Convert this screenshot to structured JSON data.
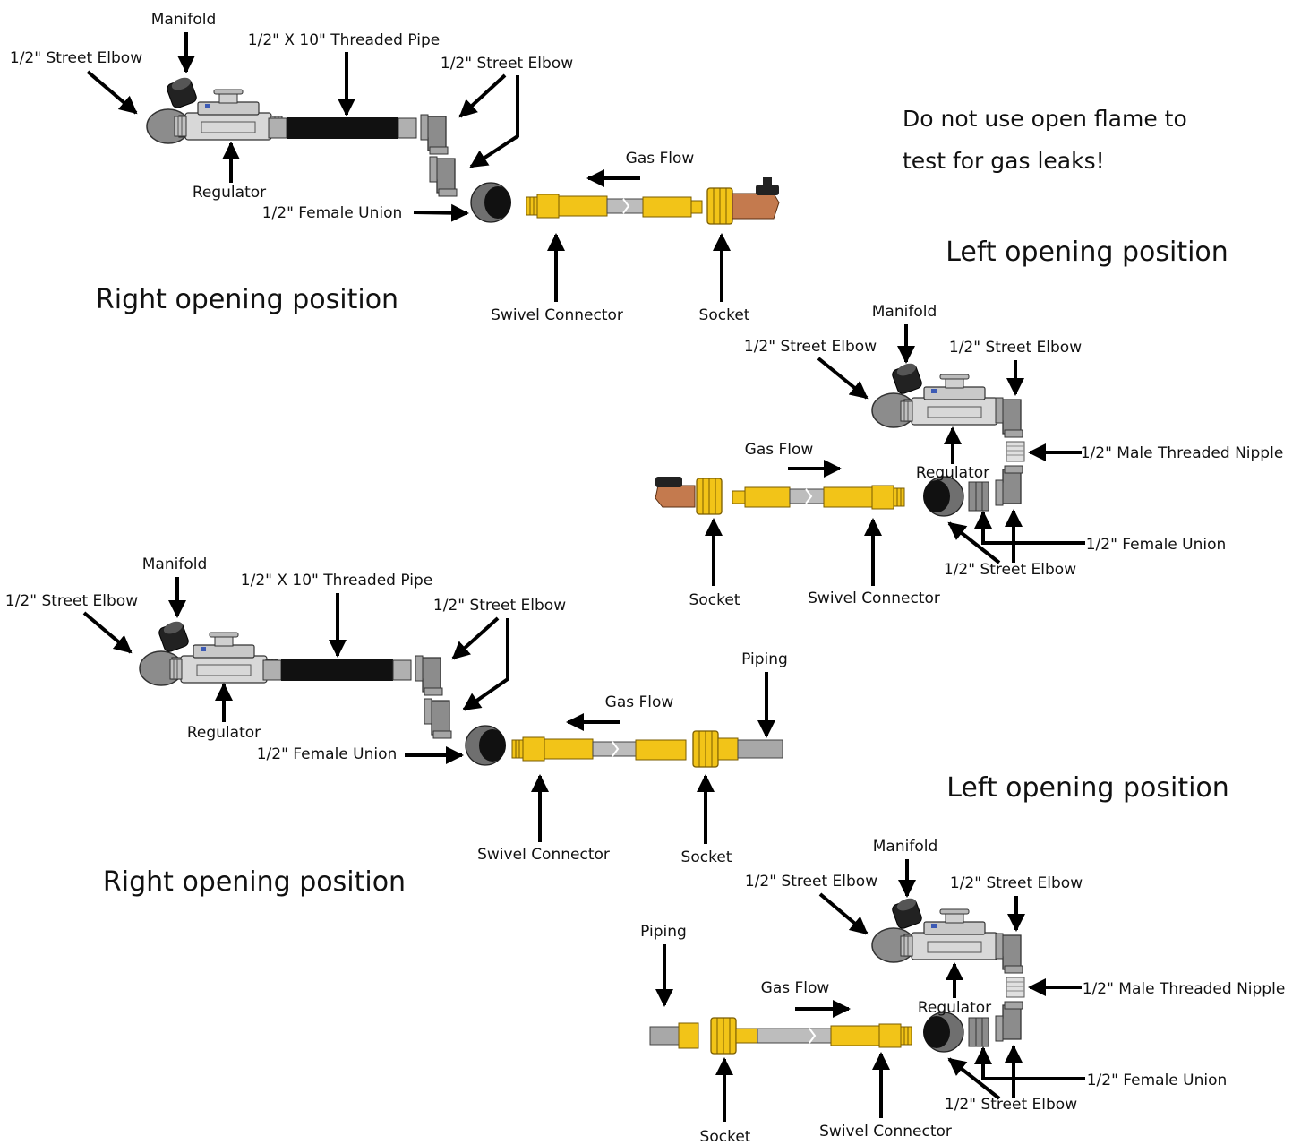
{
  "warning": {
    "line1": "Do not use open flame to",
    "line2": "test for gas leaks!"
  },
  "d1": {
    "position": "Right opening position",
    "labels": {
      "street_elbow_left": "1/2\" Street Elbow",
      "manifold": "Manifold",
      "threaded_pipe": "1/2\" X 10\"  Threaded Pipe",
      "street_elbow_right": "1/2\" Street Elbow",
      "regulator": "Regulator",
      "female_union": "1/2\" Female Union",
      "gas_flow": "Gas Flow",
      "swivel_connector": "Swivel Connector",
      "socket": "Socket"
    }
  },
  "d2": {
    "position": "Left opening position",
    "labels": {
      "manifold": "Manifold",
      "street_elbow_left": "1/2\" Street Elbow",
      "street_elbow_right": "1/2\" Street Elbow",
      "male_nipple": "1/2\" Male Threaded Nipple",
      "gas_flow": "Gas Flow",
      "regulator": "Regulator",
      "female_union": "1/2\" Female Union",
      "street_elbow_bottom": "1/2\" Street Elbow",
      "socket": "Socket",
      "swivel_connector": "Swivel Connector"
    }
  },
  "d3": {
    "position": "Right opening position",
    "labels": {
      "manifold": "Manifold",
      "threaded_pipe": "1/2\" X 10\"  Threaded Pipe",
      "street_elbow_left": "1/2\" Street Elbow",
      "street_elbow_right": "1/2\" Street Elbow",
      "piping": "Piping",
      "gas_flow": "Gas Flow",
      "regulator": "Regulator",
      "female_union": "1/2\" Female Union",
      "swivel_connector": "Swivel Connector",
      "socket": "Socket"
    }
  },
  "d4": {
    "position": "Left opening position",
    "labels": {
      "manifold": "Manifold",
      "street_elbow_left": "1/2\" Street Elbow",
      "street_elbow_right": "1/2\" Street Elbow",
      "piping": "Piping",
      "gas_flow": "Gas Flow",
      "male_nipple": "1/2\" Male Threaded Nipple",
      "regulator": "Regulator",
      "female_union": "1/2\" Female Union",
      "street_elbow_bottom": "1/2\" Street Elbow",
      "socket": "Socket",
      "swivel_connector": "Swivel Connector"
    }
  },
  "colors": {
    "brass": "#f2c418",
    "brass_dark": "#8a6a00",
    "steel": "#9a9a9a",
    "regulator": "#d6d6d6",
    "pipe": "#111111",
    "copper": "#c47a4e"
  }
}
